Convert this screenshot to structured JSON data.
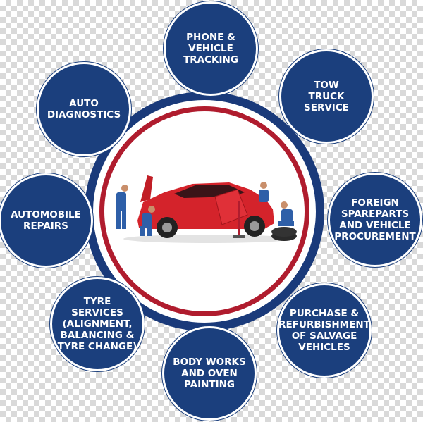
{
  "colors": {
    "bubble": "#1b3f7d",
    "outer_ring": "#1a3a7a",
    "inner_ring": "#b01c2e",
    "car": "#d4232b"
  },
  "services": [
    {
      "label": "PHONE &\nVEHICLE\nTRACKING"
    },
    {
      "label": "TOW\nTRUCK\nSERVICE"
    },
    {
      "label": "FOREIGN\nSPAREPARTS\nAND VEHICLE\nPROCUREMENT"
    },
    {
      "label": "PURCHASE &\nREFURBISHMENT\nOF SALVAGE\nVEHICLES"
    },
    {
      "label": "BODY WORKS\nAND OVEN\nPAINTING"
    },
    {
      "label": "TYRE SERVICES\n(ALIGNMENT,\nBALANCING &\nTYRE CHANGE)"
    },
    {
      "label": "AUTOMOBILE\nREPAIRS"
    },
    {
      "label": "AUTO\nDIAGNOSTICS"
    }
  ],
  "center_image": {
    "icon": "car-repair-illustration"
  }
}
